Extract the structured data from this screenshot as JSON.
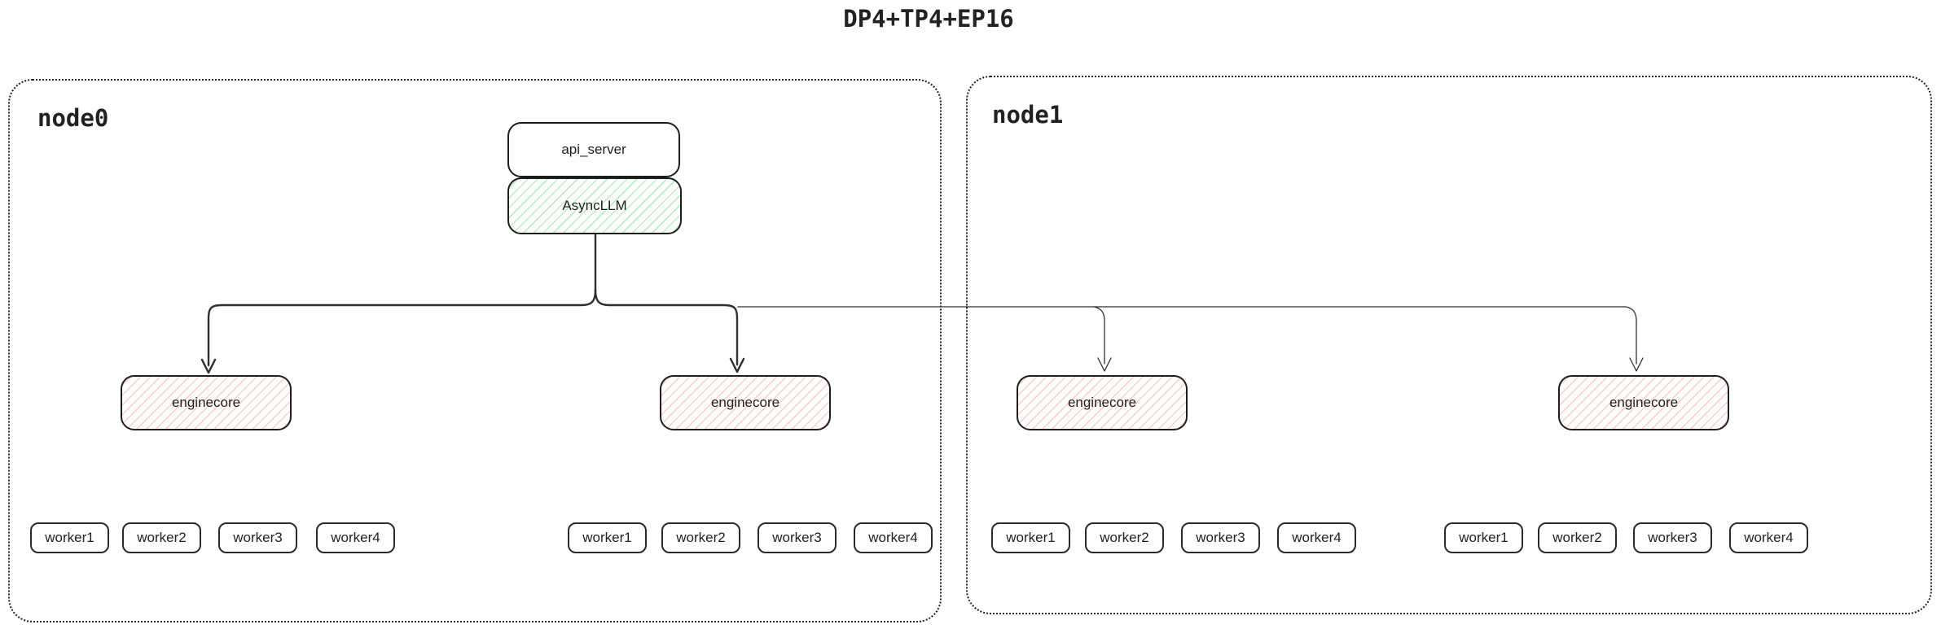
{
  "title": "DP4+TP4+EP16",
  "nodes": {
    "node0": {
      "label": "node0"
    },
    "node1": {
      "label": "node1"
    }
  },
  "boxes": {
    "api_server": "api_server",
    "async_llm": "AsyncLLM",
    "enginecore": "enginecore"
  },
  "workers": {
    "labels": [
      "worker1",
      "worker2",
      "worker3",
      "worker4"
    ]
  },
  "colors": {
    "stroke": "#1e1e1e",
    "connector": "#2f2f2f",
    "green_hatch": "#b2f2bb",
    "red_hatch": "#ffc9c9",
    "background": "#ffffff"
  }
}
